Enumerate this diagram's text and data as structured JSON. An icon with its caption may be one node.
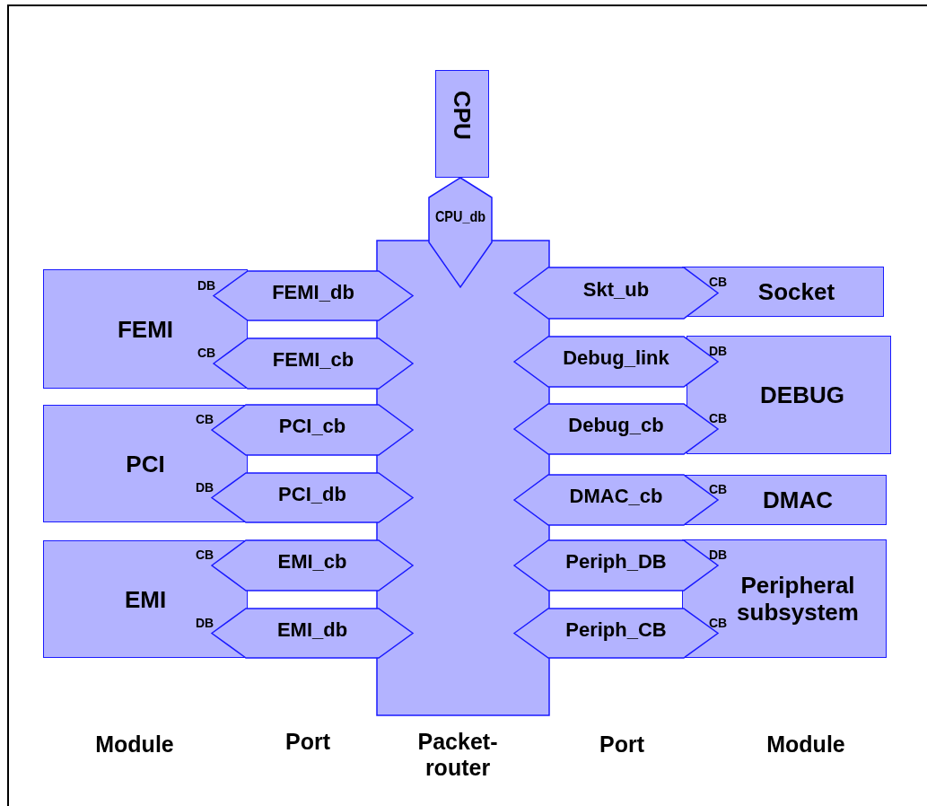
{
  "diagram": {
    "nodes": [
      {
        "text": [
          "CPU"
        ]
      },
      {
        "text": [
          "CPU_db"
        ]
      },
      {
        "text": [],
        "shape": "box"
      },
      {
        "text": [
          "FEMI"
        ]
      },
      {
        "text": [
          "FEMI_db"
        ],
        "beside": [
          "DB"
        ]
      },
      {
        "text": [
          "FEMI_cb"
        ],
        "beside": [
          "CB"
        ]
      },
      {
        "text": [
          "PCI"
        ]
      },
      {
        "text": [
          "PCI_cb"
        ],
        "beside": [
          "CB"
        ]
      },
      {
        "text": [
          "PCI_db"
        ],
        "beside": [
          "DB"
        ]
      },
      {
        "text": [
          "EMI"
        ]
      },
      {
        "text": [
          "EMI_cb"
        ],
        "beside": [
          "CB"
        ]
      },
      {
        "text": [
          "EMI_db"
        ],
        "beside": [
          "DB"
        ]
      },
      {
        "text": [
          "Skt_ub"
        ],
        "beside": [
          "CB"
        ]
      },
      {
        "text": [
          "Socket"
        ]
      },
      {
        "text": [
          "Debug_link"
        ],
        "beside": [
          "DB"
        ]
      },
      {
        "text": [
          "Debug_cb"
        ],
        "beside": [
          "CB"
        ]
      },
      {
        "text": [
          "DEBUG"
        ]
      },
      {
        "text": [
          "DMAC_cb"
        ],
        "beside": [
          "CB"
        ]
      },
      {
        "text": [
          "DMAC"
        ]
      },
      {
        "text": [
          "Periph_DB"
        ],
        "beside": [
          "DB"
        ]
      },
      {
        "text": [
          "Periph_CB"
        ],
        "beside": [
          "CB"
        ]
      },
      {
        "text": [
          "Peripheral subsystem"
        ]
      }
    ],
    "labels": [
      "Module",
      "Port",
      "Packet-router",
      "Port",
      "Module"
    ]
  }
}
